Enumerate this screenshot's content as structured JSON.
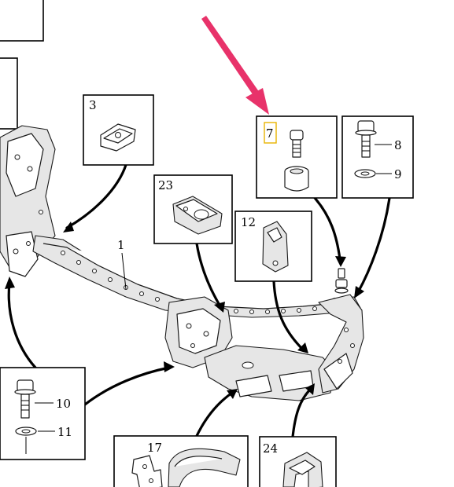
{
  "diagram": {
    "labels": {
      "part_1": "1",
      "part_3": "3",
      "part_7": "7",
      "part_8": "8",
      "part_9": "9",
      "part_10": "10",
      "part_11": "11",
      "part_12": "12",
      "part_17": "17",
      "part_23": "23",
      "part_24": "24"
    },
    "colors": {
      "pointer_arrow": "#e8326a",
      "selected_label_outline": "#e8b400",
      "line": "#000000"
    }
  }
}
